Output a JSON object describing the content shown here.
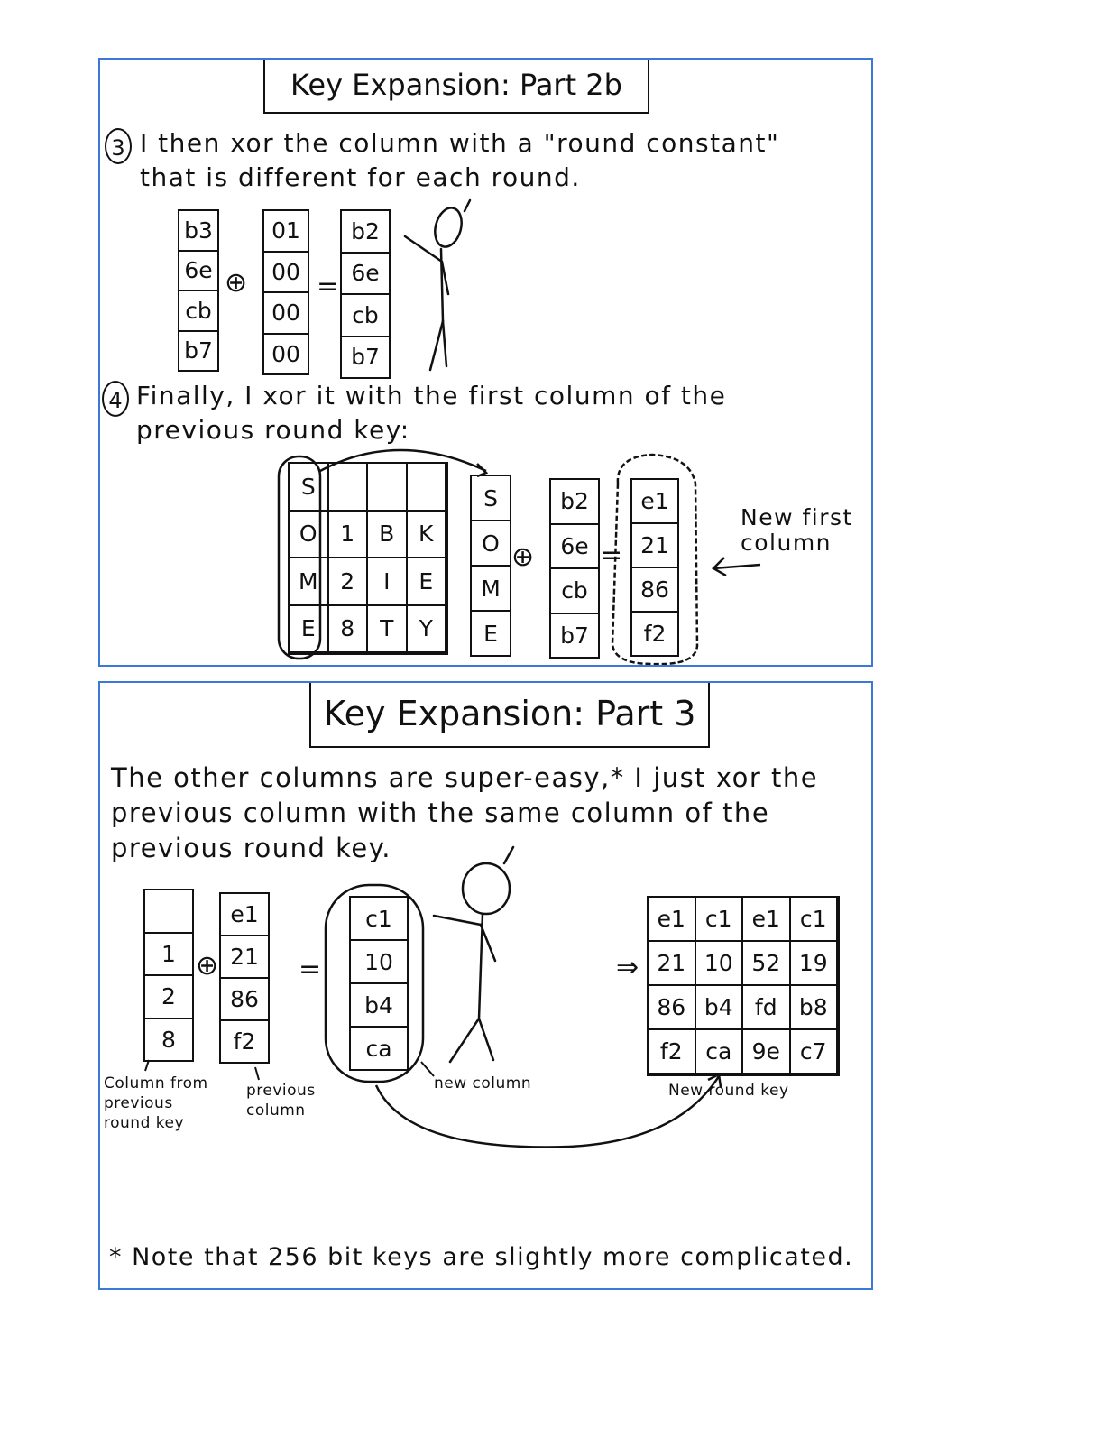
{
  "panel1": {
    "title": "Key Expansion: Part 2b",
    "step3": {
      "number": "3",
      "text_line1": "I then xor the column with a \"round constant\"",
      "text_line2": "that is different for each round.",
      "col_a": [
        "b3",
        "6e",
        "cb",
        "b7"
      ],
      "col_b": [
        "01",
        "00",
        "00",
        "00"
      ],
      "col_result": [
        "b2",
        "6e",
        "cb",
        "b7"
      ],
      "xor_symbol": "⊕",
      "equals_symbol": "="
    },
    "step4": {
      "number": "4",
      "text_line1": "Finally, I xor it with the first column of the",
      "text_line2": "previous round key:",
      "prev_key_grid": [
        [
          "S",
          "",
          "",
          ""
        ],
        [
          "O",
          "1",
          "B",
          "K"
        ],
        [
          "M",
          "2",
          "I",
          "E"
        ],
        [
          "E",
          "8",
          "T",
          "Y"
        ]
      ],
      "col_first": [
        "S",
        "O",
        "M",
        "E"
      ],
      "col_temp": [
        "b2",
        "6e",
        "cb",
        "b7"
      ],
      "col_new": [
        "e1",
        "21",
        "86",
        "f2"
      ],
      "xor_symbol": "⊕",
      "equals_symbol": "=",
      "new_first_label_line1": "New first",
      "new_first_label_line2": "column"
    }
  },
  "panel2": {
    "title": "Key Expansion: Part 3",
    "text_line1": "The other columns are super-easy,* I just xor the",
    "text_line2": "previous column with the same column of the",
    "text_line3": "previous round key.",
    "col_prev_key": [
      "",
      "1",
      "2",
      "8"
    ],
    "col_prev": [
      "e1",
      "21",
      "86",
      "f2"
    ],
    "col_new": [
      "c1",
      "10",
      "b4",
      "ca"
    ],
    "xor_symbol": "⊕",
    "equals_symbol": "=",
    "implies_symbol": "⇒",
    "new_round_key": [
      [
        "e1",
        "c1",
        "e1",
        "c1"
      ],
      [
        "21",
        "10",
        "52",
        "19"
      ],
      [
        "86",
        "b4",
        "fd",
        "b8"
      ],
      [
        "f2",
        "ca",
        "9e",
        "c7"
      ]
    ],
    "label_col_from_line1": "Column from",
    "label_col_from_line2": "previous",
    "label_col_from_line3": "round key",
    "label_prev_col_line1": "previous",
    "label_prev_col_line2": "column",
    "label_new_col": "new column",
    "label_new_round_key": "New round key",
    "footnote": "* Note that 256 bit keys are slightly more complicated."
  }
}
